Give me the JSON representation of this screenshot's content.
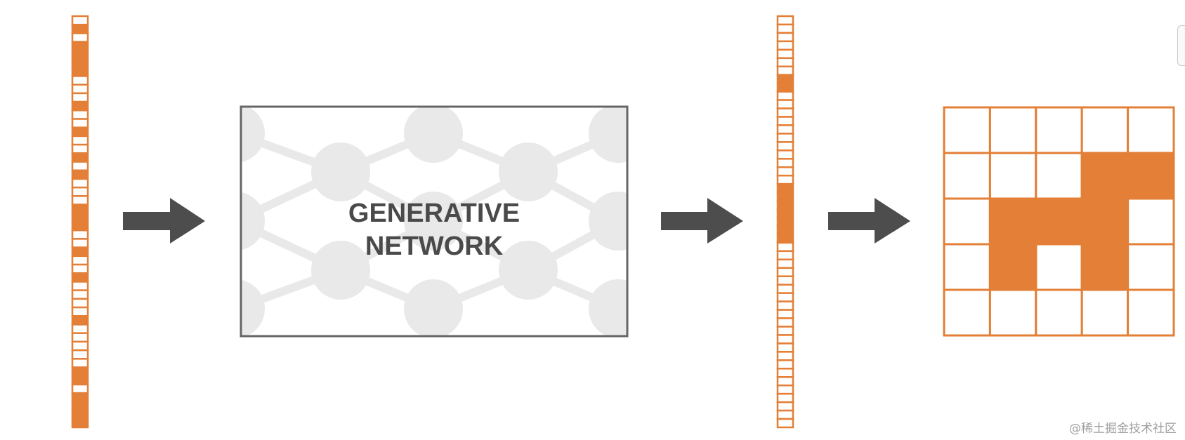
{
  "network": {
    "label_line1": "GENERATIVE",
    "label_line2": "NETWORK"
  },
  "input_vector": {
    "cells": [
      0,
      1,
      0,
      1,
      1,
      1,
      1,
      0,
      0,
      0,
      1,
      0,
      0,
      1,
      0,
      0,
      1,
      0,
      1,
      0,
      0,
      0,
      1,
      1,
      1,
      0,
      0,
      1,
      0,
      0,
      1,
      0,
      0,
      0,
      0,
      1,
      0,
      0,
      0,
      0,
      0,
      1,
      1,
      0,
      1,
      1,
      1,
      1
    ]
  },
  "output_vector": {
    "cells": [
      0,
      0,
      0,
      0,
      0,
      0,
      0,
      1,
      1,
      0,
      0,
      0,
      0,
      0,
      0,
      0,
      0,
      0,
      0,
      0,
      1,
      1,
      1,
      1,
      1,
      1,
      1,
      0,
      0,
      0,
      0,
      0,
      0,
      0,
      0,
      0,
      0,
      0,
      0,
      0,
      0,
      0,
      0,
      0,
      0,
      0,
      0,
      0,
      0
    ]
  },
  "output_image": {
    "grid": [
      [
        0,
        0,
        0,
        0,
        0
      ],
      [
        0,
        0,
        0,
        1,
        1
      ],
      [
        0,
        1,
        1,
        1,
        0
      ],
      [
        0,
        1,
        0,
        1,
        0
      ],
      [
        0,
        0,
        0,
        0,
        0
      ]
    ]
  },
  "colors": {
    "accent": "#e37f36",
    "arrow": "#4d4d4d",
    "box_border": "#666666",
    "node_fill": "#e9e9ea"
  },
  "watermark": {
    "text": "@稀土掘金技术社区"
  }
}
